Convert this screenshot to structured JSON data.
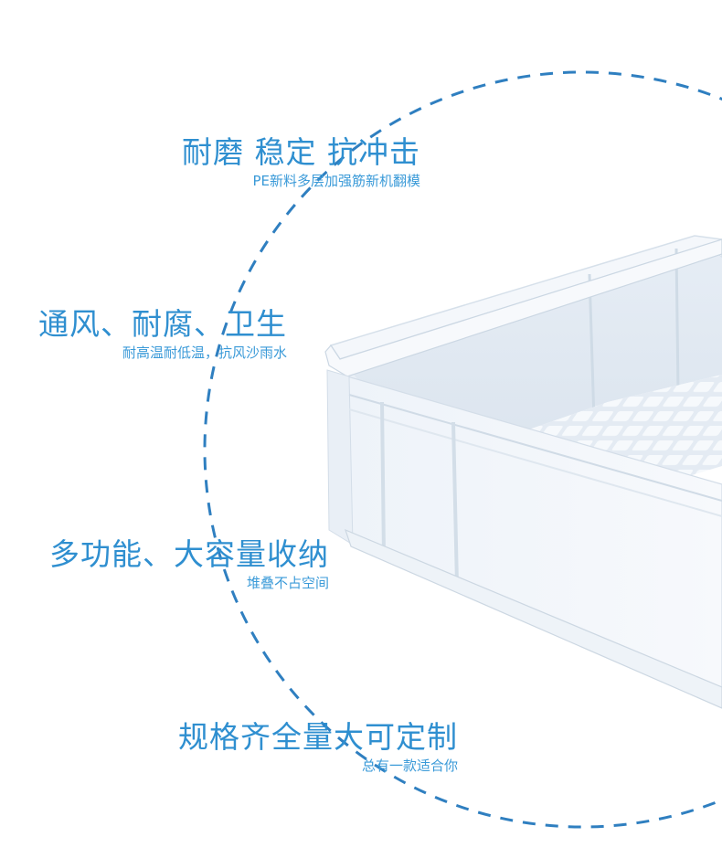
{
  "features": [
    {
      "title": "耐磨  稳定  抗冲击",
      "subtitle": "PE新料多层加强筋新机翻模"
    },
    {
      "title": "通风、耐腐、卫生",
      "subtitle": "耐高温耐低温，抗风沙雨水"
    },
    {
      "title": "多功能、大容量收纳",
      "subtitle": "堆叠不占空间"
    },
    {
      "title": "规格齐全量大可定制",
      "subtitle": "总有一款适合你"
    }
  ],
  "colors": {
    "accent": "#2f8fd0",
    "dashed_circle": "#2f7fc0",
    "background": "#ffffff",
    "crate": "#eef3f8"
  },
  "icons": {
    "decor": "dashed-circle",
    "product": "plastic-crate-photo"
  }
}
